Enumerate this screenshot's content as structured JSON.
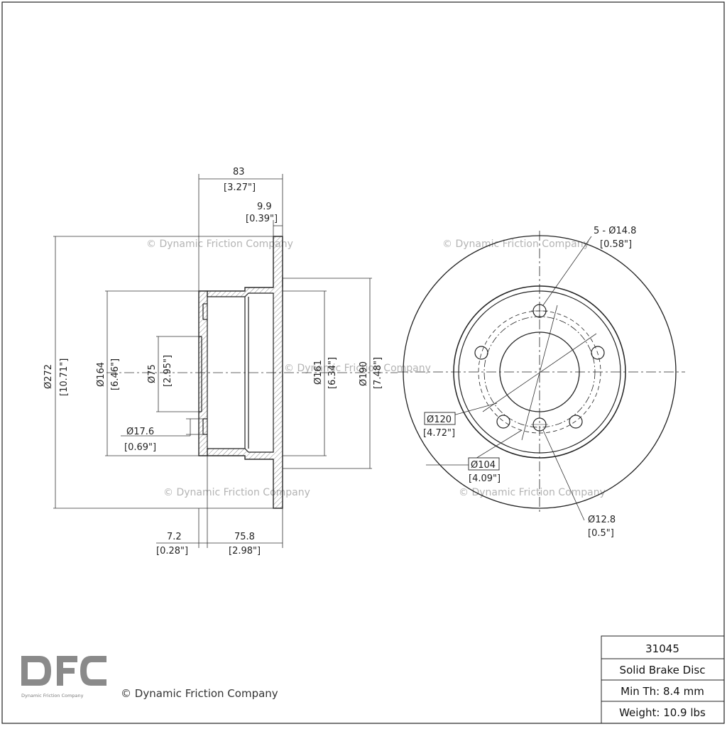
{
  "watermark": "© Dynamic Friction Company",
  "dimensions": {
    "width_total": "83",
    "width_total_in": "[3.27\"]",
    "flange": "9.9",
    "flange_in": "[0.39\"]",
    "dia_272": "Ø272",
    "dia_272_in": "[10.71\"]",
    "dia_164": "Ø164",
    "dia_164_in": "[6.46\"]",
    "dia_75": "Ø75",
    "dia_75_in": "[2.95\"]",
    "dia_17_6": "Ø17.6",
    "dia_17_6_in": "[0.69\"]",
    "dia_161": "Ø161",
    "dia_161_in": "[6.34\"]",
    "dia_190": "Ø190",
    "dia_190_in": "[7.48\"]",
    "offset_7_2": "7.2",
    "offset_7_2_in": "[0.28\"]",
    "height_75_8": "75.8",
    "height_75_8_in": "[2.98\"]",
    "holes": "5 - Ø14.8",
    "holes_in": "[0.58\"]",
    "pcd_120": "Ø120",
    "pcd_120_in": "[4.72\"]",
    "pcd_104": "Ø104",
    "pcd_104_in": "[4.09\"]",
    "hole_12_8": "Ø12.8",
    "hole_12_8_in": "[0.5\"]"
  },
  "title_block": {
    "part_number": "31045",
    "type": "Solid Brake Disc",
    "min_thickness": "Min Th: 8.4 mm",
    "weight": "Weight: 10.9 lbs"
  },
  "logo": {
    "letters": "DFC",
    "tagline": "Dynamic Friction Company"
  },
  "footer_copyright": "© Dynamic Friction Company"
}
